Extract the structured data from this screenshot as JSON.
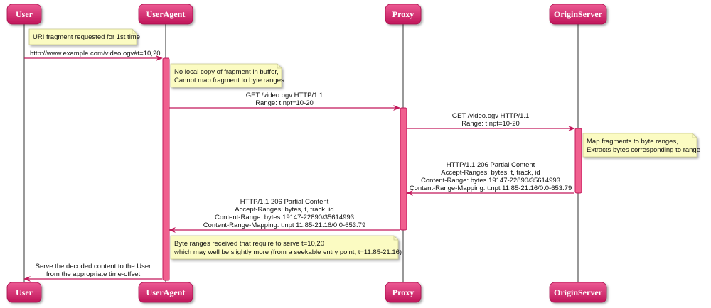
{
  "diagram": {
    "type": "sequence",
    "colors": {
      "participant_fill_top": "#e8518c",
      "participant_fill_bottom": "#c2185b",
      "lifeline": "#555555",
      "activation_fill": "#f0608f",
      "activation_stroke": "#c2185b",
      "arrow": "#c2185b",
      "note_fill": "#fbfbc2",
      "note_stroke": "#c8c890"
    },
    "participants": [
      {
        "id": "user",
        "label": "User"
      },
      {
        "id": "useragent",
        "label": "UserAgent"
      },
      {
        "id": "proxy",
        "label": "Proxy"
      },
      {
        "id": "origin",
        "label": "OriginServer"
      }
    ],
    "notes": [
      {
        "id": "note1",
        "lines": [
          "URI fragment requested for 1st time"
        ]
      },
      {
        "id": "note2",
        "lines": [
          "No local copy of fragment in buffer,",
          "Cannot map fragment to byte ranges"
        ]
      },
      {
        "id": "note3",
        "lines": [
          "Map fragments to byte ranges,",
          "Extracts bytes corresponding to range"
        ]
      },
      {
        "id": "note4",
        "lines": [
          "Byte ranges received that require to serve t=10,20",
          "which may well be slightly more (from a seekable entry point, t=11.85-21.16)"
        ]
      }
    ],
    "messages": [
      {
        "id": "m1",
        "from": "user",
        "to": "useragent",
        "lines": [
          "http://www.example.com/video.ogv#t=10,20"
        ]
      },
      {
        "id": "m2",
        "from": "useragent",
        "to": "proxy",
        "lines": [
          "GET /video.ogv HTTP/1.1",
          "Range: t:npt=10-20"
        ]
      },
      {
        "id": "m3",
        "from": "proxy",
        "to": "origin",
        "lines": [
          "GET /video.ogv HTTP/1.1",
          "Range: t:npt=10-20"
        ]
      },
      {
        "id": "m4",
        "from": "origin",
        "to": "proxy",
        "lines": [
          "HTTP/1.1 206 Partial Content",
          "Accept-Ranges: bytes, t, track, id",
          "Content-Range: bytes 19147-22890/35614993",
          "Content-Range-Mapping: t:npt 11.85-21.16/0.0-653.79"
        ]
      },
      {
        "id": "m5",
        "from": "proxy",
        "to": "useragent",
        "lines": [
          "HTTP/1.1 206 Partial Content",
          "Accept-Ranges: bytes, t, track, id",
          "Content-Range: bytes 19147-22890/35614993",
          "Content-Range-Mapping: t:npt 11.85-21.16/0.0-653.79"
        ]
      },
      {
        "id": "m6",
        "from": "useragent",
        "to": "user",
        "lines": [
          "Serve the decoded content to the User",
          "from the appropriate time-offset"
        ]
      }
    ]
  }
}
